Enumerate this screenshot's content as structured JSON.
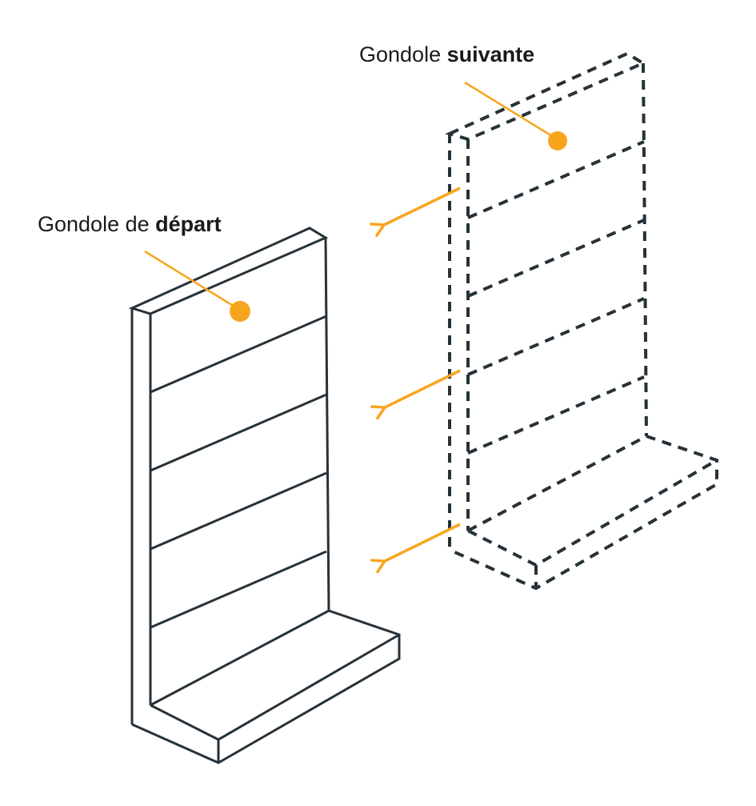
{
  "diagram": {
    "background_color": "#FFFFFF",
    "outline_color": "#263238",
    "accent_color": "#F8A51E",
    "text_color": "#1A1A1A",
    "gondolas": [
      {
        "id": "depart",
        "label_prefix": "Gondole de ",
        "label_emphasis": "départ",
        "line_style": "solid",
        "shelf_lines": 4,
        "marker": "orange-dot"
      },
      {
        "id": "suivante",
        "label_prefix": "Gondole ",
        "label_emphasis": "suivante",
        "line_style": "dashed",
        "shelf_lines": 4,
        "marker": "orange-dot"
      }
    ],
    "movement_arrows": {
      "count": 3,
      "color": "#F8A51E",
      "direction": "from-next-gondola-toward-start-gondola"
    }
  }
}
